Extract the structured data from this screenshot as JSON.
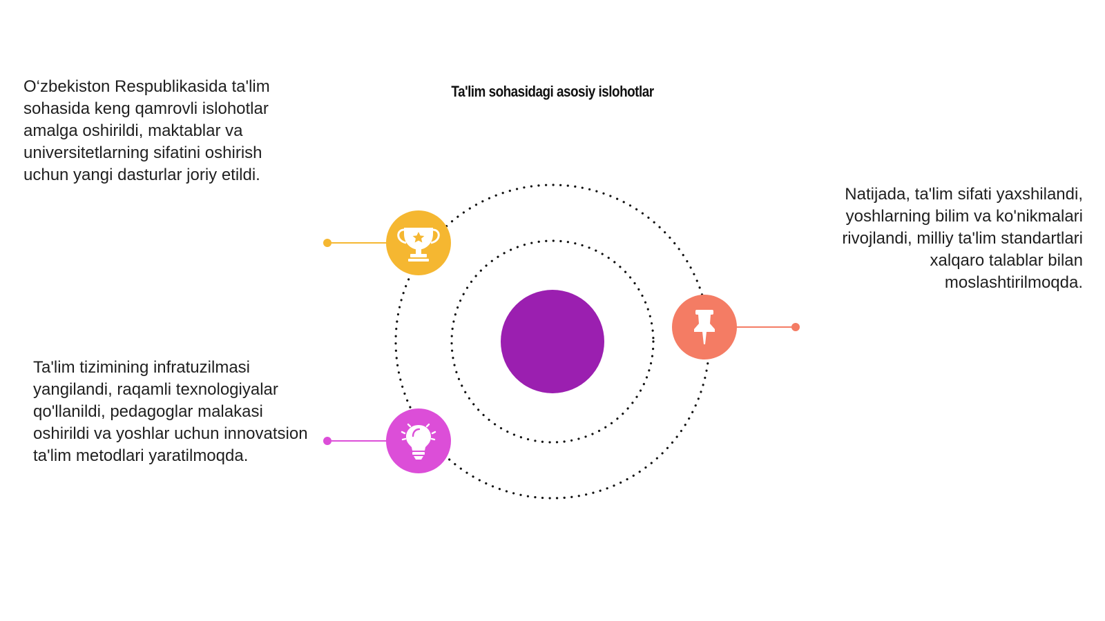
{
  "title": "Ta'lim sohasidagi asosiy islohotlar",
  "items": [
    {
      "text": "O‘zbekiston Respublikasida ta'lim sohasida keng qamrovli islohotlar amalga oshirildi, maktablar va universitetlarning sifatini oshirish uchun yangi dasturlar joriy etildi.",
      "icon": "trophy-icon",
      "color": "#f5b731"
    },
    {
      "text": "Ta'lim tizimining infratuzilmasi yangilandi, raqamli texnologiyalar qo'llanildi, pedagoglar malakasi oshirildi va yoshlar uchun innovatsion ta'lim metodlari yaratilmoqda.",
      "icon": "lightbulb-icon",
      "color": "#dc4ed8"
    },
    {
      "text": "Natijada, ta'lim sifati yaxshilandi, yoshlarning bilim va ko'nikmalari rivojlandi, milliy ta'lim standartlari xalqaro talablar bilan moslashtirilmoqda.",
      "icon": "pushpin-icon",
      "color": "#f47c64"
    }
  ],
  "center_color": "#9b1fb0"
}
